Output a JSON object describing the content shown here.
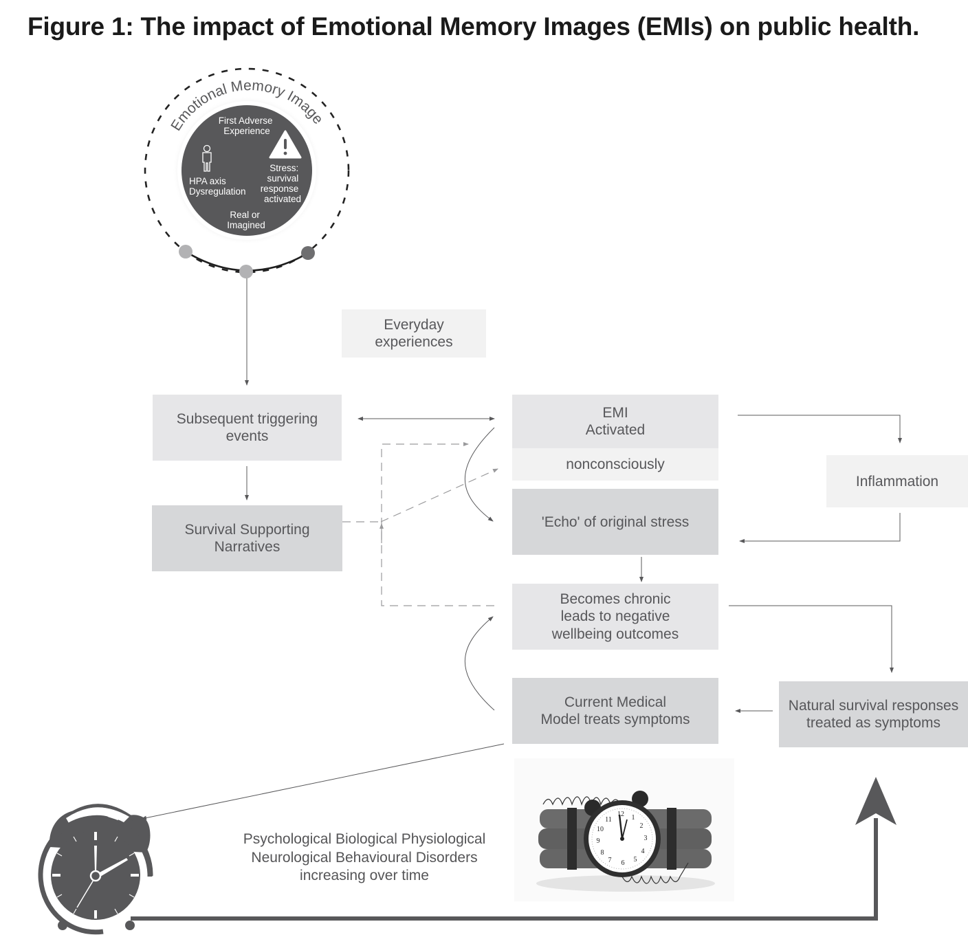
{
  "figure": {
    "title": "Figure 1: The impact of Emotional Memory Images (EMIs) on public health."
  },
  "emi_circle": {
    "arc_label": "Emotional Memory Image",
    "first_adverse": [
      "First Adverse",
      "Experience"
    ],
    "hpa": [
      "HPA axis",
      "Dysregulation"
    ],
    "stress": [
      "Stress:",
      "survival",
      "response",
      "activated"
    ],
    "real": [
      "Real or",
      "Imagined"
    ],
    "icons": [
      "person-icon",
      "warning-icon"
    ]
  },
  "boxes": {
    "everyday": [
      "Everyday",
      "experiences"
    ],
    "subsequent": [
      "Subsequent triggering",
      "events"
    ],
    "survival_narratives": [
      "Survival Supporting",
      "Narratives"
    ],
    "emi_activated": [
      "EMI",
      "Activated"
    ],
    "nonconsciously": "nonconsciously",
    "echo": "'Echo' of original stress",
    "inflammation": "Inflammation",
    "chronic": [
      "Becomes chronic",
      "leads to negative",
      "wellbeing outcomes"
    ],
    "medical_model": [
      "Current Medical",
      "Model treats symptoms"
    ],
    "natural_survival": [
      "Natural survival responses",
      "treated as symptoms"
    ]
  },
  "caption": [
    "Psychological Biological Physiological",
    "Neurological Behavioural Disorders",
    "increasing over time"
  ],
  "images": {
    "alarm_clock": "alarm-clock-icon",
    "time_bomb": "time-bomb-image"
  },
  "colors": {
    "dark_gray": "#58585a",
    "box_light": "#e6e6e8",
    "box_lighter": "#f2f2f2",
    "box_mid": "#d6d7d9",
    "text": "#57575a"
  },
  "edges": [
    {
      "from": "emi_circle",
      "to": "subsequent",
      "style": "solid"
    },
    {
      "from": "subsequent",
      "to": "emi_activated",
      "style": "solid",
      "bidirectional": true
    },
    {
      "from": "subsequent",
      "to": "survival_narratives",
      "style": "solid"
    },
    {
      "from": "survival_narratives",
      "to": "nonconsciously",
      "style": "dashed"
    },
    {
      "from": "chronic",
      "to": "emi_activated",
      "style": "dashed"
    },
    {
      "from": "emi_activated",
      "to": "echo",
      "style": "solid-curved"
    },
    {
      "from": "emi_activated",
      "to": "inflammation",
      "style": "solid"
    },
    {
      "from": "inflammation",
      "to": "echo",
      "style": "solid"
    },
    {
      "from": "echo",
      "to": "chronic",
      "style": "solid"
    },
    {
      "from": "chronic",
      "to": "natural_survival",
      "style": "solid"
    },
    {
      "from": "natural_survival",
      "to": "medical_model",
      "style": "solid"
    },
    {
      "from": "medical_model",
      "to": "chronic",
      "style": "solid-curved"
    },
    {
      "from": "medical_model",
      "to": "alarm_clock",
      "style": "solid"
    },
    {
      "from": "alarm_clock",
      "to": "natural_survival",
      "style": "thick"
    }
  ]
}
